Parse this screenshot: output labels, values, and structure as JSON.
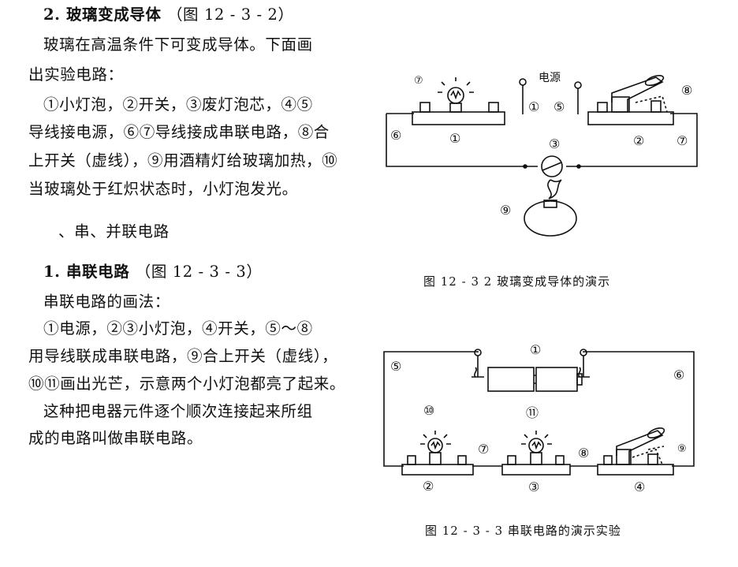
{
  "text": {
    "section2_heading_num": "2.",
    "section2_heading_title": "玻璃变成导体",
    "section2_heading_ref": "（图 12 - 3 - 2）",
    "section2_lines": [
      "玻璃在高温条件下可变成导体。下面画",
      "出实验电路：",
      "①小灯泡，②开关，③废灯泡芯，④⑤",
      "导线接电源，⑥⑦导线接成串联电路，⑧合",
      "上开关（虚线），⑨用酒精灯给玻璃加热，⑩",
      "当玻璃处于红炽状态时，小灯泡发光。"
    ],
    "chapter_heading": "、串、并联电路",
    "section1_heading_num": "1.",
    "section1_heading_title": "串联电路",
    "section1_heading_ref": "（图 12 - 3 - 3）",
    "section1_lines": [
      "串联电路的画法：",
      "①电源，②③小灯泡，④开关，⑤～⑧",
      "用导线联成串联电路，⑨合上开关（虚线），",
      "⑩⑪画出光芒，示意两个小灯泡都亮了起来。",
      "这种把电器元件逐个顺次连接起来所组",
      "成的电路叫做串联电路。"
    ]
  },
  "figure1": {
    "caption": "图 12 - 3   2   玻璃变成导体的演示",
    "source_label": "电源",
    "markers": {
      "m1_tl": "⑦",
      "m1_mid": "①",
      "m5": "⑤",
      "m8": "⑧",
      "m6": "⑥",
      "m1_bulb": "①",
      "m3": "③",
      "m2": "②",
      "m7": "⑦",
      "m9": "⑨"
    }
  },
  "figure2": {
    "caption": "图 12 - 3 - 3    串联电路的演示实验",
    "markers": {
      "m1": "①",
      "m5": "⑤",
      "m6": "⑥",
      "m10": "⑩",
      "m11": "⑪",
      "m7": "⑦",
      "m8": "⑧",
      "m9": "⑨",
      "m2": "②",
      "m3": "③",
      "m4": "④"
    }
  },
  "colors": {
    "ink": "#111111",
    "paper": "#ffffff"
  }
}
